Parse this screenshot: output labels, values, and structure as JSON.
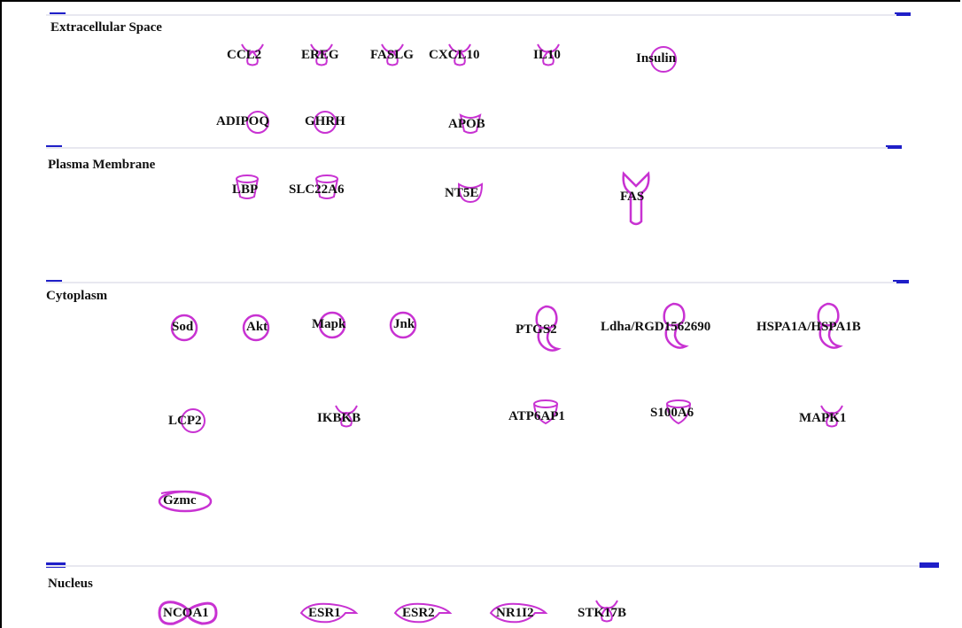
{
  "regions": {
    "extracellular": "Extracellular Space",
    "plasma": "Plasma Membrane",
    "cytoplasm": "Cytoplasm",
    "nucleus": "Nucleus"
  },
  "nodes": {
    "ccl2": "CCL2",
    "ereg": "EREG",
    "faslg": "FASLG",
    "cxcl10": "CXCL10",
    "il10": "IL10",
    "insulin": "Insulin",
    "adipoq": "ADIPOQ",
    "ghrh": "GHRH",
    "apob": "APOB",
    "lbp": "LBP",
    "slc22a6": "SLC22A6",
    "nt5e": "NT5E",
    "fas": "FAS",
    "sod": "Sod",
    "akt": "Akt",
    "mapk": "Mapk",
    "jnk": "Jnk",
    "ptgs2": "PTGS2",
    "ldha": "Ldha/RGD1562690",
    "hspa1a": "HSPA1A/HSPA1B",
    "lcp2": "LCP2",
    "ikbkb": "IKBKB",
    "atp6ap1": "ATP6AP1",
    "s100a6": "S100A6",
    "mapk1": "MAPK1",
    "gzmc": "Gzmc",
    "ncoa1": "NCOA1",
    "esr1": "ESR1",
    "esr2": "ESR2",
    "nr1i2": "NR1I2",
    "stk17b": "STK17B"
  },
  "colors": {
    "shape": "#c832d2",
    "marker": "#1f1fc8",
    "divider": "#e8e8f0"
  }
}
